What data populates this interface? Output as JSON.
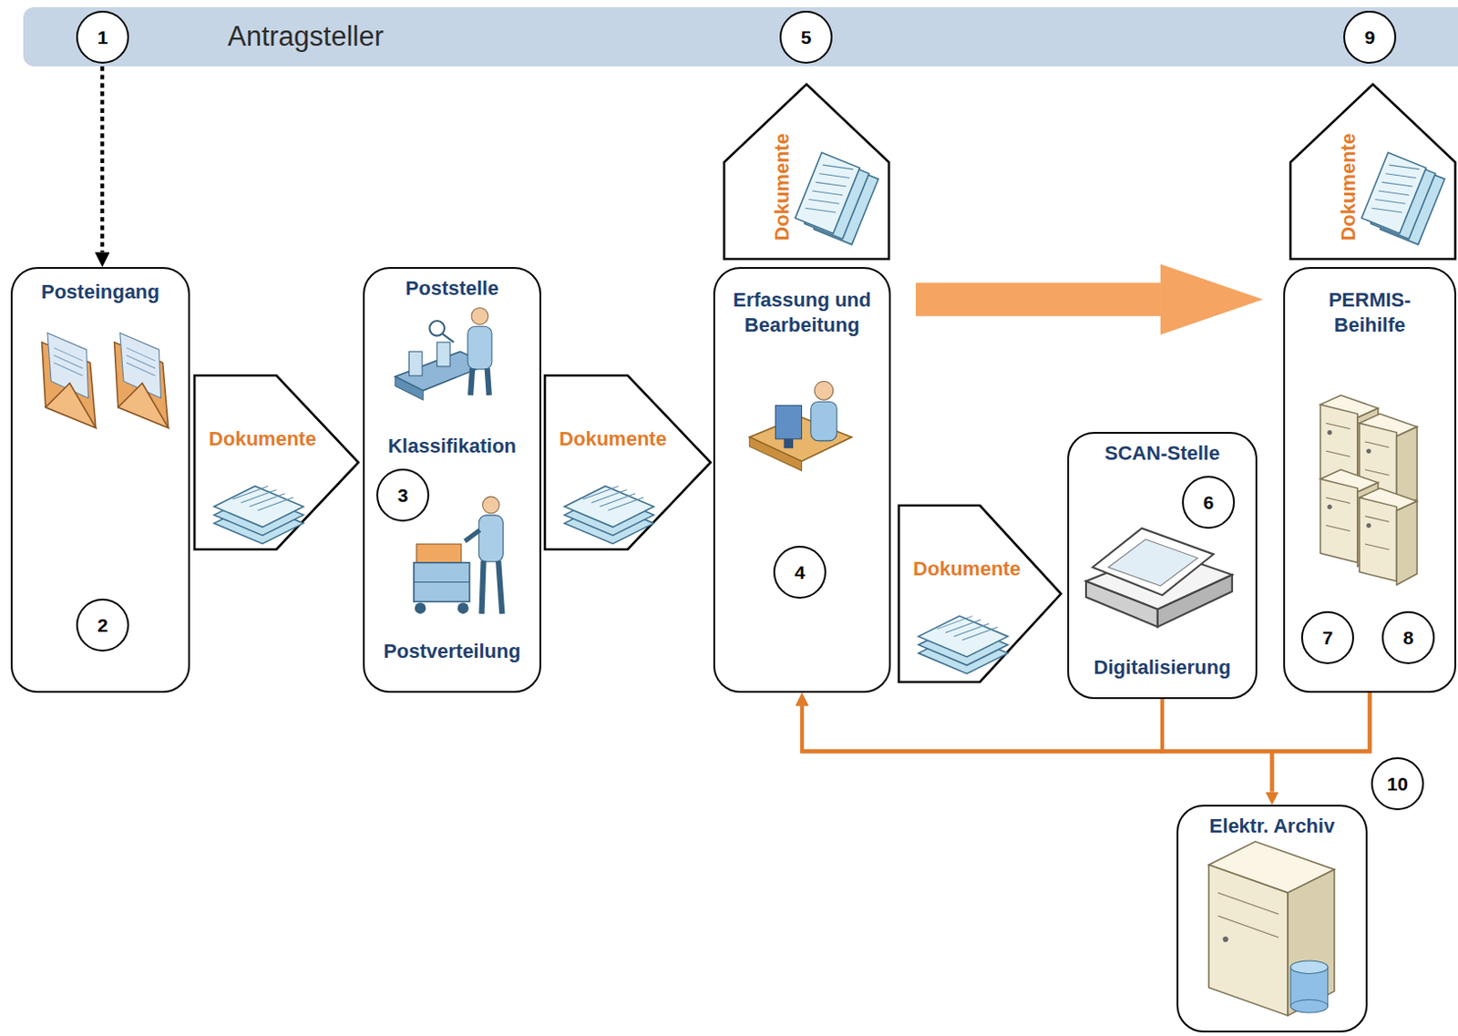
{
  "diagram": {
    "nodes": [
      {
        "text": [
          "Antragsteller"
        ]
      },
      {
        "text": [
          "Posteingang"
        ]
      },
      {
        "text": [
          "Dokumente"
        ]
      },
      {
        "text": [
          "Poststelle",
          "Klassifikation",
          "Postverteilung"
        ]
      },
      {
        "text": [
          "Dokumente"
        ]
      },
      {
        "text": [
          "Dokumente"
        ]
      },
      {
        "text": [
          "Erfassung und Bearbeitung"
        ]
      },
      {
        "text": [
          "Dokumente"
        ]
      },
      {
        "text": [
          "SCAN-Stelle",
          "Digitalisierung"
        ]
      },
      {
        "text": [
          "Dokumente"
        ]
      },
      {
        "text": [
          "PERMIS-Beihilfe"
        ]
      },
      {
        "text": [
          "Elektr. Archiv"
        ]
      }
    ],
    "edges": [
      {
        "from": 0,
        "to": 1,
        "arrow": "to"
      },
      {
        "from": 6,
        "to": 10,
        "arrow": "to"
      },
      {
        "from": 8,
        "to": 6,
        "arrow": "to"
      },
      {
        "from": 10,
        "to": 6,
        "arrow": "to"
      },
      {
        "from": 8,
        "to": 11,
        "arrow": "to"
      },
      {
        "from": 10,
        "to": 11,
        "arrow": "to"
      }
    ],
    "labels": [
      "1",
      "5",
      "9",
      "2",
      "3",
      "4",
      "6",
      "7",
      "8",
      "10"
    ]
  }
}
